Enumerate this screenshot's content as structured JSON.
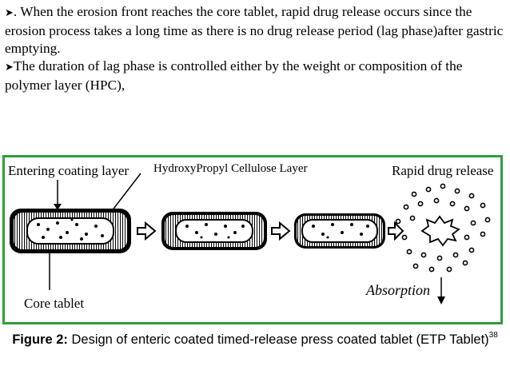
{
  "text": {
    "bullet1": ". When the erosion front reaches the core tablet, rapid drug release occurs since the erosion process takes a long time as there is no drug release period (lag phase)after gastric emptying.",
    "bullet2": "The duration of lag phase is controlled either by the weight or composition of the polymer layer (HPC),"
  },
  "figure": {
    "label_enteric": "Entering coating layer",
    "label_hpc": "HydroxyPropyl Cellulose Layer",
    "label_rapid": "Rapid drug release",
    "label_core": "Core tablet",
    "label_absorption": "Absorption",
    "caption_bold": "Figure 2:",
    "caption_text": " Design of enteric coated timed-release press coated tablet (ETP Tablet)",
    "caption_ref": "38"
  },
  "colors": {
    "frame": "#2e9e3b"
  },
  "icons": {
    "bullet": "arrowhead-bullet-icon",
    "step_arrow": "hollow-right-arrow-icon"
  }
}
